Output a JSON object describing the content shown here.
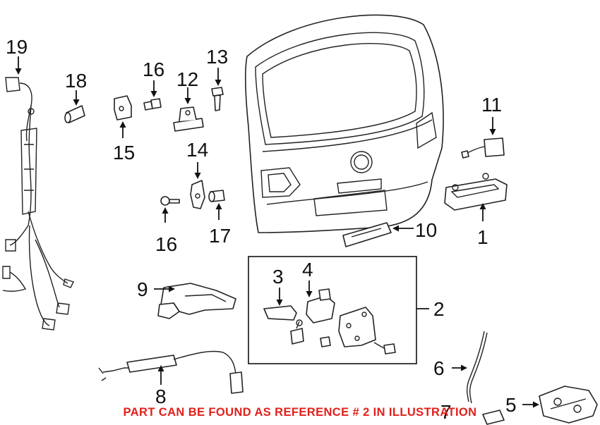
{
  "callouts": {
    "n1": "1",
    "n2": "2",
    "n3": "3",
    "n4": "4",
    "n5": "5",
    "n6": "6",
    "n7": "7",
    "n8": "8",
    "n9": "9",
    "n10": "10",
    "n11": "11",
    "n12": "12",
    "n13": "13",
    "n14": "14",
    "n15": "15",
    "n16a": "16",
    "n16b": "16",
    "n17": "17",
    "n18": "18",
    "n19": "19"
  },
  "caption": "PART CAN BE FOUND AS REFERENCE # 2 IN ILLUSTRATION",
  "colors": {
    "caption": "#e0201b",
    "line": "#111111"
  }
}
